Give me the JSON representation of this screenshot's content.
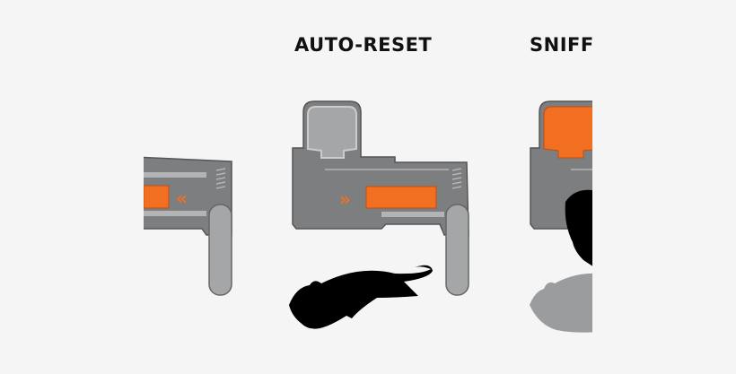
{
  "panels": [
    {
      "id": "left",
      "title": ""
    },
    {
      "id": "middle",
      "title": "AUTO-RESET"
    },
    {
      "id": "right",
      "title": "SNIFF"
    }
  ],
  "colors": {
    "background": "#f5f5f5",
    "body": "#7d7e80",
    "light": "#b3b4b6",
    "accent": "#f26f21",
    "rat": "#000000",
    "rat_ghost": "#9b9c9e"
  }
}
